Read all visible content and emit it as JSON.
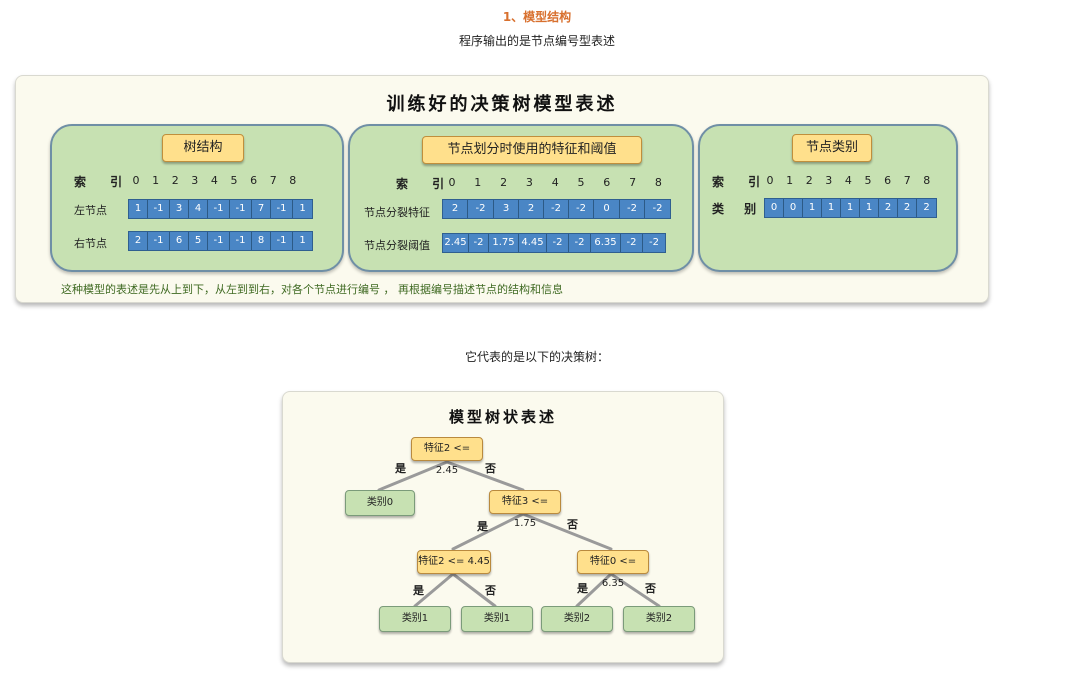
{
  "section": {
    "title": "1、模型结构",
    "subtitle": "程序输出的是节点编号型表述"
  },
  "model_panel": {
    "title": "训练好的决策树模型表述",
    "tree_card": {
      "badge": "树结构",
      "index_label": "索 引",
      "indices": [
        "0",
        "1",
        "2",
        "3",
        "4",
        "5",
        "6",
        "7",
        "8"
      ],
      "rows": [
        {
          "label": "左节点",
          "values": [
            "1",
            "-1",
            "3",
            "4",
            "-1",
            "-1",
            "7",
            "-1",
            "1"
          ]
        },
        {
          "label": "右节点",
          "values": [
            "2",
            "-1",
            "6",
            "5",
            "-1",
            "-1",
            "8",
            "-1",
            "1"
          ]
        }
      ]
    },
    "split_card": {
      "badge": "节点划分时使用的特征和阈值",
      "index_label": "索 引",
      "indices": [
        "0",
        "1",
        "2",
        "3",
        "4",
        "5",
        "6",
        "7",
        "8"
      ],
      "rows": [
        {
          "label": "节点分裂特征",
          "values": [
            "2",
            "-2",
            "3",
            "2",
            "-2",
            "-2",
            "0",
            "-2",
            "-2"
          ]
        },
        {
          "label": "节点分裂阈值",
          "values": [
            "2.45",
            "-2",
            "1.75",
            "4.45",
            "-2",
            "-2",
            "6.35",
            "-2",
            "-2"
          ]
        }
      ]
    },
    "class_card": {
      "badge": "节点类别",
      "index_label": "索 引",
      "indices": [
        "0",
        "1",
        "2",
        "3",
        "4",
        "5",
        "6",
        "7",
        "8"
      ],
      "rows": [
        {
          "label": "类 别",
          "values": [
            "0",
            "0",
            "1",
            "1",
            "1",
            "1",
            "2",
            "2",
            "2"
          ]
        }
      ]
    },
    "note": "这种模型的表述是先从上到下，从左到到右，对各个节点进行编号 ， 再根据编号描述节点的结构和信息"
  },
  "intro_text": "它代表的是以下的决策树：",
  "tree_panel": {
    "title": "模型树状表述",
    "branch_yes": "是",
    "branch_no": "否",
    "nodes": {
      "root": "特征2 <= 2.45",
      "leaf0": "类别0",
      "n2": "特征3 <= 1.75",
      "n3": "特征2 <= 4.45",
      "n6": "特征0 <= 6.35",
      "l4": "类别1",
      "l5": "类别1",
      "l7": "类别2",
      "l8": "类别2"
    }
  }
}
